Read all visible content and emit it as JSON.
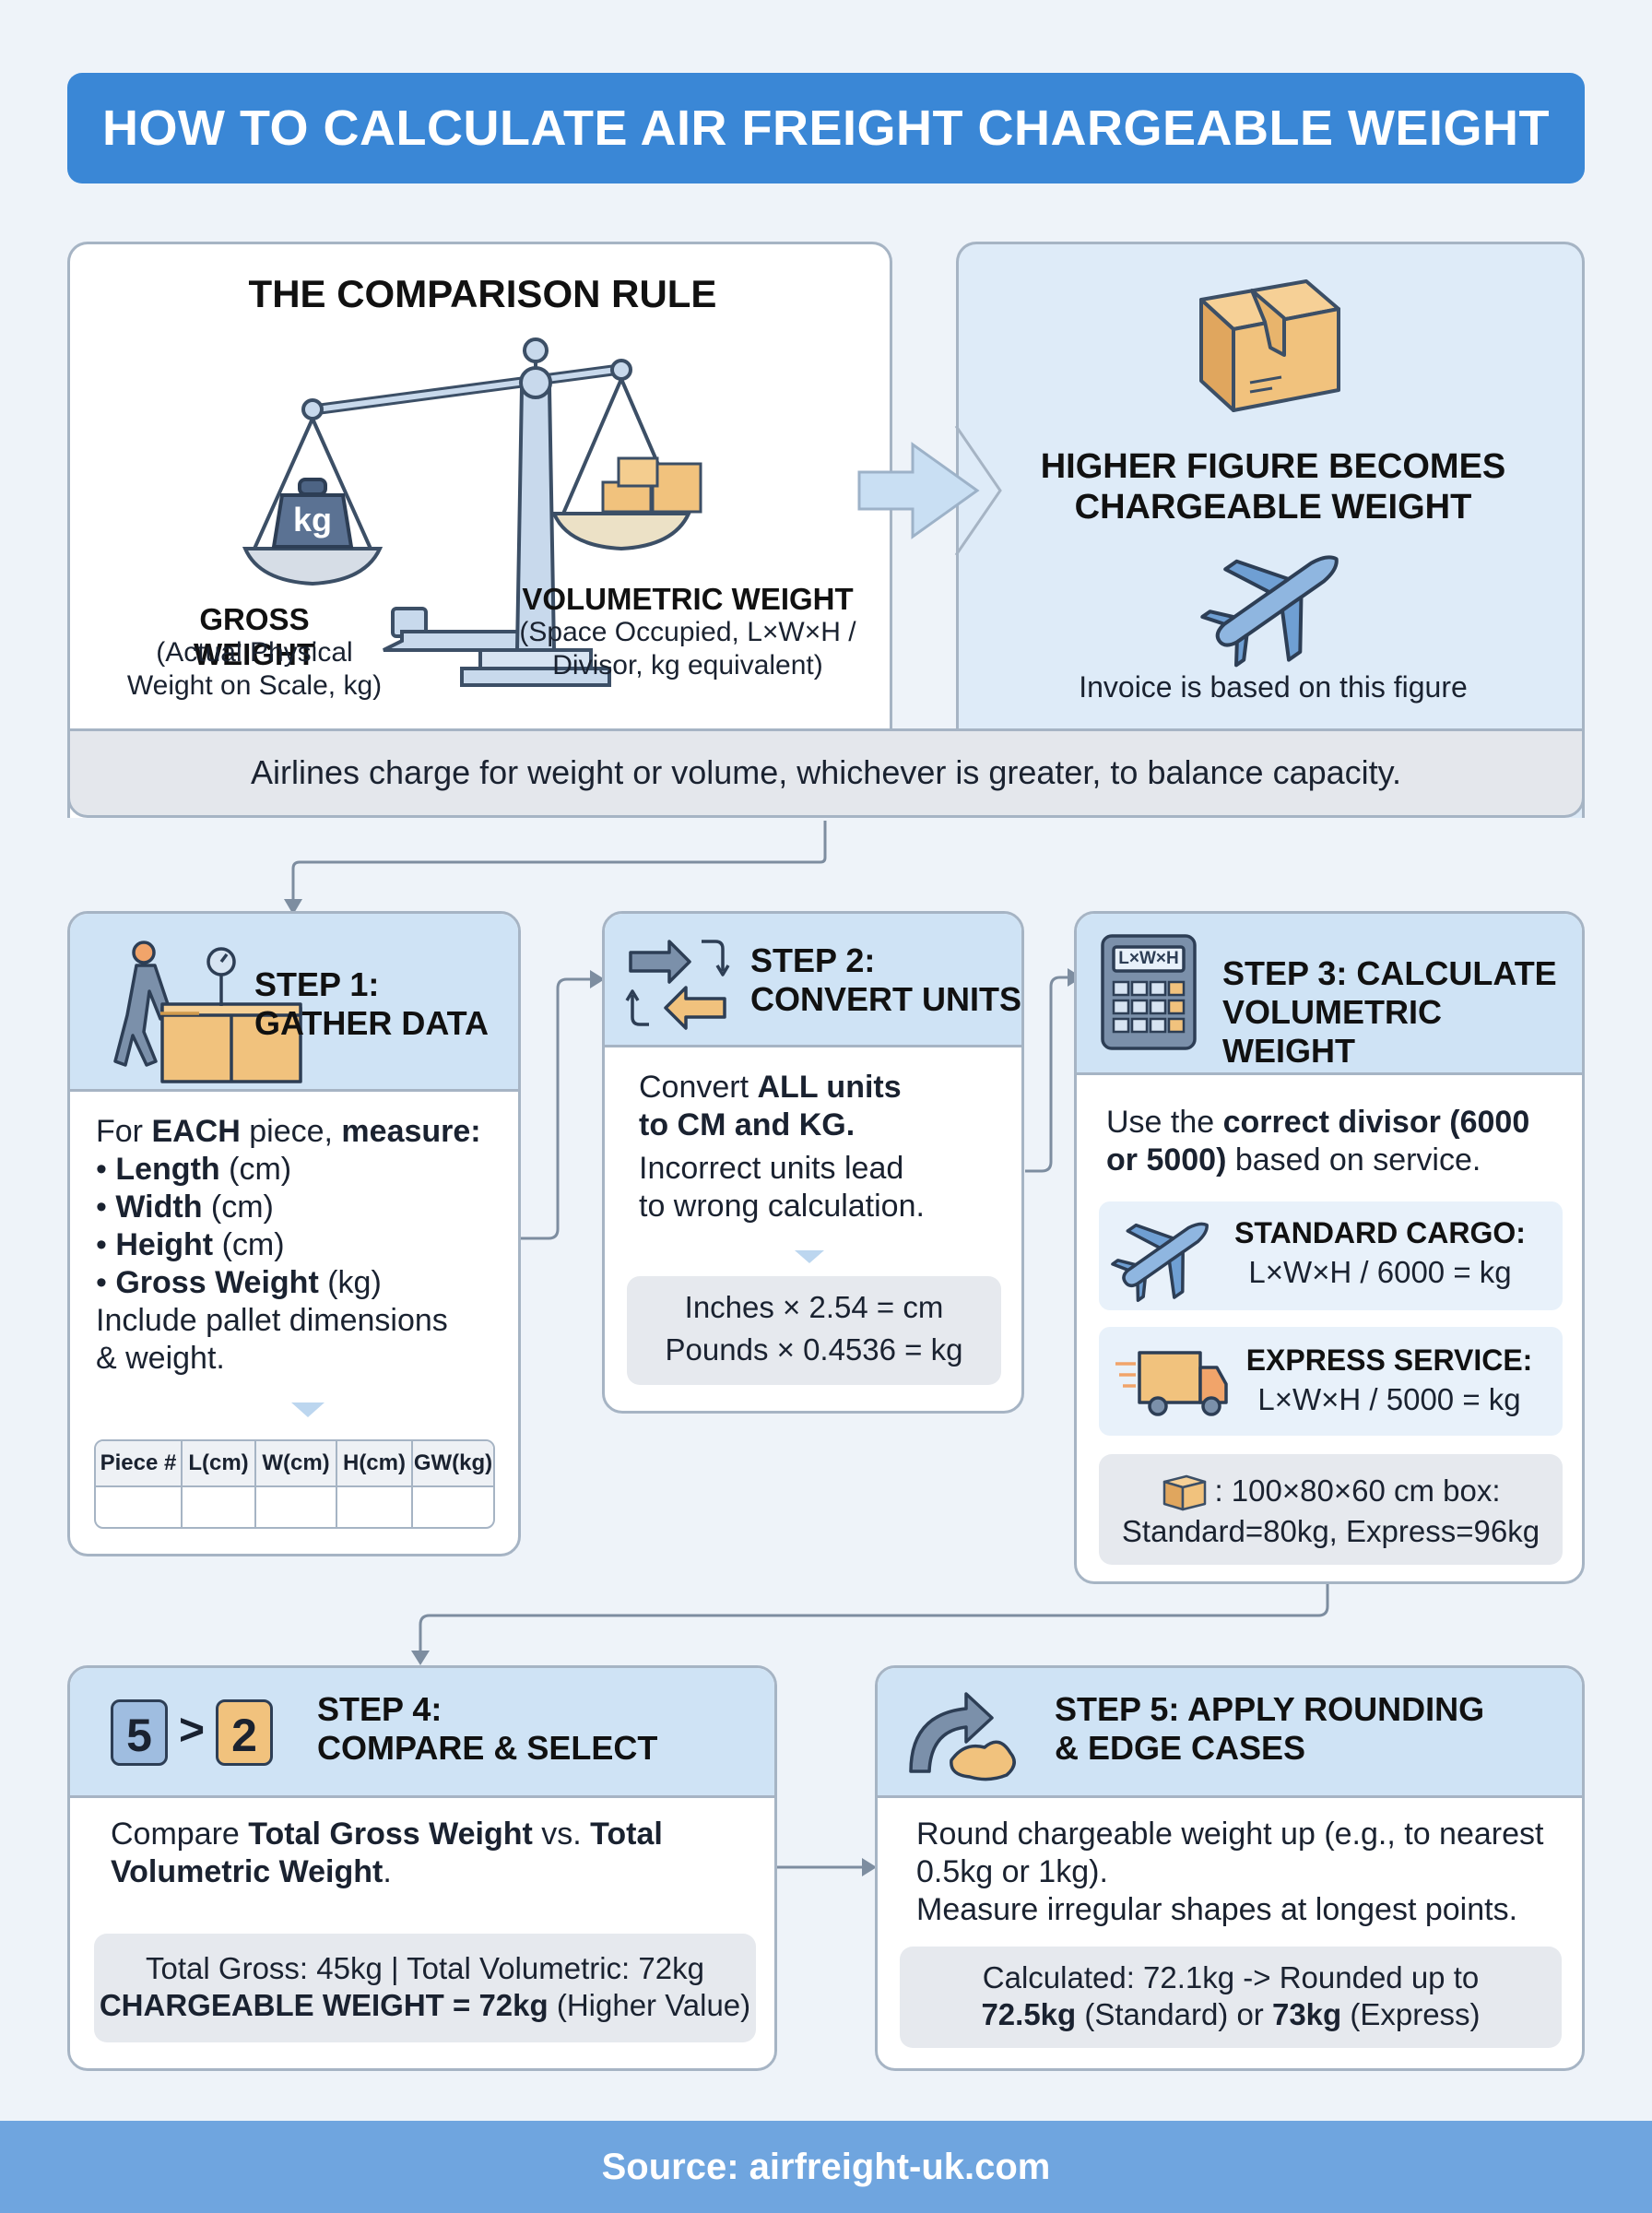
{
  "title": "HOW TO CALCULATE AIR FREIGHT CHARGEABLE WEIGHT",
  "comparison": {
    "heading": "THE COMPARISON RULE",
    "scale_badge": "kg",
    "gross_label": "GROSS WEIGHT",
    "gross_desc_1": "(Actual Physical",
    "gross_desc_2": "Weight on Scale, kg)",
    "volumetric_label": "VOLUMETRIC WEIGHT",
    "volumetric_desc_1": "(Space Occupied, L×W×H /",
    "volumetric_desc_2": "Divisor, kg equivalent)",
    "result_line_1": "HIGHER FIGURE BECOMES",
    "result_line_2": "CHARGEABLE WEIGHT",
    "invoice_note": "Invoice is based on this figure",
    "footer_note": "Airlines charge for weight or volume, whichever is greater, to balance capacity."
  },
  "step1": {
    "title": "STEP 1:\nGATHER DATA",
    "intro_a": "For ",
    "intro_b": "EACH",
    "intro_c": " piece, ",
    "intro_d": "measure:",
    "items": [
      {
        "name": "Length",
        "unit": " (cm)"
      },
      {
        "name": "Width",
        "unit": " (cm)"
      },
      {
        "name": "Height",
        "unit": " (cm)"
      },
      {
        "name": "Gross Weight",
        "unit": " (kg)"
      }
    ],
    "note_1": "Include pallet dimensions",
    "note_2": "& weight.",
    "table_headers": [
      "Piece #",
      "L(cm)",
      "W(cm)",
      "H(cm)",
      "GW(kg)"
    ]
  },
  "step2": {
    "title": "STEP 2:\nCONVERT UNITS",
    "line_1a": "Convert ",
    "line_1b": "ALL units",
    "line_2": "to CM and KG.",
    "line_3": "Incorrect units lead",
    "line_4": "to wrong calculation.",
    "formula_1": "Inches × 2.54 = cm",
    "formula_2": "Pounds × 0.4536 = kg"
  },
  "step3": {
    "title": "STEP 3: CALCULATE\nVOLUMETRIC WEIGHT",
    "calc_label": "L×W×H",
    "line_1a": "Use the ",
    "line_1b": "correct divisor (6000",
    "line_2a": "or 5000)",
    "line_2b": " based on service.",
    "standard_label": "STANDARD CARGO:",
    "standard_formula": "L×W×H / 6000 = kg",
    "express_label": "EXPRESS SERVICE:",
    "express_formula": "L×W×H / 5000 = kg",
    "example_1": ": 100×80×60 cm box:",
    "example_2": "Standard=80kg, Express=96kg"
  },
  "step4": {
    "title": "STEP 4:\nCOMPARE & SELECT",
    "icon_left": "5",
    "icon_op": ">",
    "icon_right": "2",
    "line_1a": "Compare ",
    "line_1b": "Total Gross Weight",
    "line_1c": " vs. ",
    "line_1d": "Total",
    "line_2": "Volumetric Weight",
    "line_2_end": ".",
    "example_1": "Total Gross: 45kg | Total Volumetric: 72kg",
    "example_2a": "CHARGEABLE WEIGHT = 72kg",
    "example_2b": " (Higher Value)"
  },
  "step5": {
    "title": "STEP 5: APPLY ROUNDING\n& EDGE CASES",
    "line_1": "Round chargeable weight up (e.g., to nearest",
    "line_2": "0.5kg or 1kg).",
    "line_3": "Measure irregular shapes at longest points.",
    "example_1": "Calculated: 72.1kg -> Rounded up to",
    "example_2a": "72.5kg",
    "example_2b": " (Standard) or ",
    "example_2c": "73kg",
    "example_2d": " (Express)"
  },
  "source": "Source: airfreight-uk.com",
  "colors": {
    "title_blue": "#3a87d6",
    "header_blue": "#cfe3f5",
    "border": "#a6b4c4",
    "box_orange": "#f1c27d",
    "footer_blue": "#6fa5df"
  }
}
